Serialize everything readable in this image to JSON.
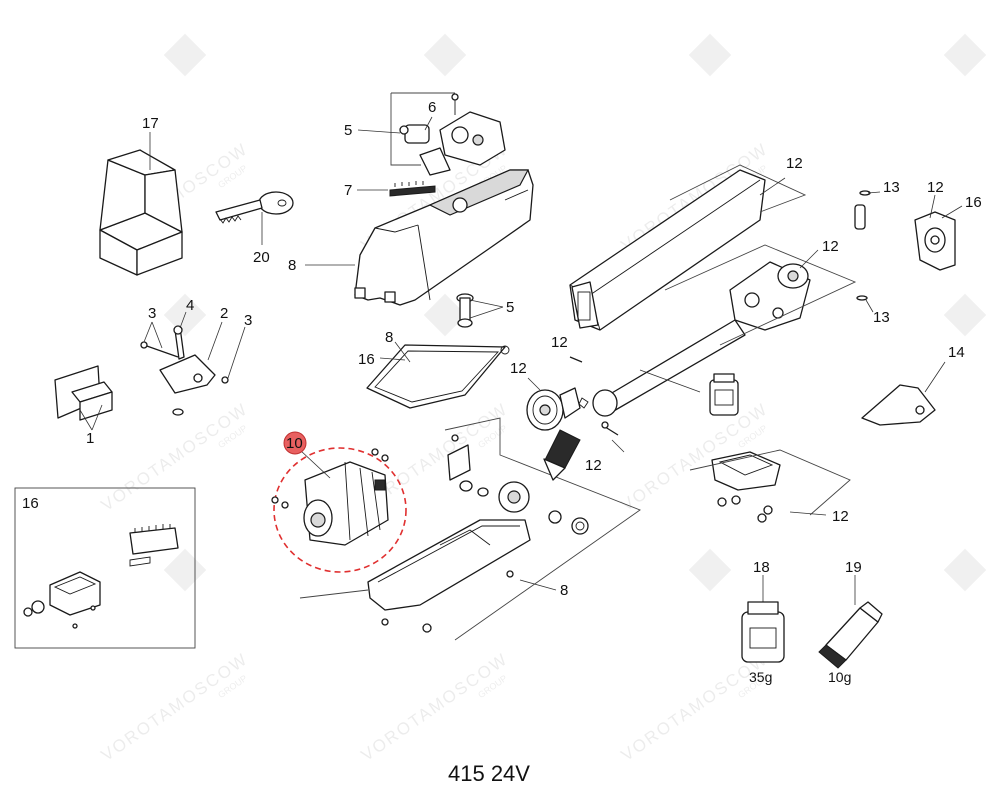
{
  "diagram": {
    "model_label": "415 24V",
    "watermark": {
      "brand": "VOROTAMOSCOW",
      "sub": "GROUP"
    },
    "highlight_color": "#e03030",
    "callouts": {
      "c17": "17",
      "c20": "20",
      "c6": "6",
      "c5a": "5",
      "c7": "7",
      "c8a": "8",
      "c5b": "5",
      "c8b": "8",
      "c16a": "16",
      "c4": "4",
      "c3a": "3",
      "c2": "2",
      "c3b": "3",
      "c1": "1",
      "c10": "10",
      "c16b": "16",
      "c8c": "8",
      "c12a": "12",
      "c12b": "12",
      "c12c": "12",
      "c12d": "12",
      "c12e": "12",
      "c12f": "12",
      "c12g": "12",
      "c13a": "13",
      "c13b": "13",
      "c16c": "16",
      "c14": "14",
      "c18": "18",
      "c19": "19"
    },
    "consumables": {
      "grease_qty": "35g",
      "tube_qty": "10g"
    }
  }
}
